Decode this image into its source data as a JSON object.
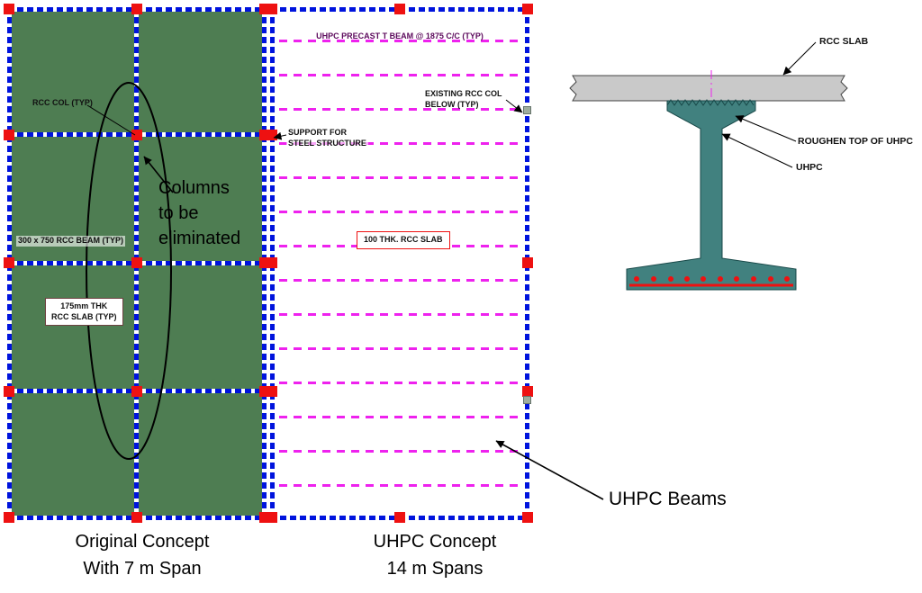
{
  "original_plan": {
    "labels": {
      "rcc_col": "RCC COL (TYP)",
      "beam": "300 x 750 RCC BEAM (TYP)",
      "slab_box_line1": "175mm THK",
      "slab_box_line2": "RCC SLAB (TYP)"
    },
    "annotation_lines": [
      "Columns",
      "to be",
      "eliminated"
    ],
    "caption_lines": [
      "Original Concept",
      "With 7 m Span"
    ],
    "grid": {
      "rows": 4,
      "cols": 2
    }
  },
  "uhpc_plan": {
    "labels": {
      "t_beam": "UHPC PRECAST T BEAM @ 1875 C/C (TYP)",
      "existing_col_line1": "EXISTING RCC COL",
      "existing_col_line2": "BELOW (TYP)",
      "support_line1": "SUPPORT FOR",
      "support_line2": "STEEL STRUCTURE",
      "slab_box": "100 THK. RCC SLAB"
    },
    "beam_count": 14,
    "caption_lines": [
      "UHPC Concept",
      "14 m Spans"
    ]
  },
  "section_detail": {
    "labels": {
      "rcc_slab": "RCC SLAB",
      "roughen_top": "ROUGHEN TOP OF UHPC",
      "uhpc": "UHPC"
    }
  },
  "callouts": {
    "uhpc_beams": "UHPC Beams"
  },
  "colors": {
    "slab_green": "#4e7d52",
    "beam_blue": "#0014dd",
    "column_red": "#ee1111",
    "uhpc_magenta": "#ee22ee",
    "girder_teal": "#41817f",
    "slab_gray": "#c9c9c9",
    "label_magenta_dark": "#5c0a5c"
  }
}
